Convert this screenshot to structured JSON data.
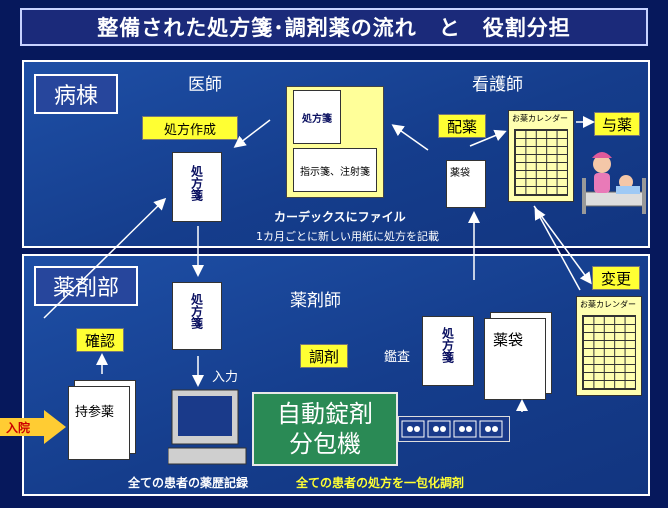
{
  "title": "整備された処方箋･調剤薬の流れ　と　役割分担",
  "ward": {
    "label": "病棟",
    "doctor": "医師",
    "nurse": "看護師",
    "write_rx": "処方作成",
    "rx_slip": "処方箋",
    "kardex_rx": "処方箋",
    "kardex_order": "指示箋、注射箋",
    "kardex_caption": "カーデックスにファイル",
    "kardex_sub": "1カ月ごとに新しい用紙に処方を記載",
    "distribute": "配薬",
    "bag": "薬袋",
    "calendar": "お薬カレンダー",
    "administer": "与薬"
  },
  "pharmacy": {
    "label": "薬剤部",
    "pharmacist": "薬剤師",
    "confirm": "確認",
    "rx_slip": "処方箋",
    "input": "入力",
    "dispense": "調剤",
    "audit": "鑑査",
    "audit_rx": "処方箋",
    "bag": "薬袋",
    "change": "変更",
    "calendar": "お薬カレンダー",
    "brought_med": "持参薬",
    "admission": "入院",
    "machine_line1": "自動錠剤",
    "machine_line2": "分包機",
    "caption_records": "全ての患者の薬歴記録",
    "caption_unit": "全ての患者の処方を一包化調剤"
  },
  "colors": {
    "background": "#06185c",
    "panel": "#1e4fa6",
    "highlight": "#ffff33",
    "machine": "#2a8a55"
  },
  "icons": [
    "computer-icon",
    "arrow-icon",
    "patient-bed-icon",
    "tablet-tray-icon"
  ]
}
